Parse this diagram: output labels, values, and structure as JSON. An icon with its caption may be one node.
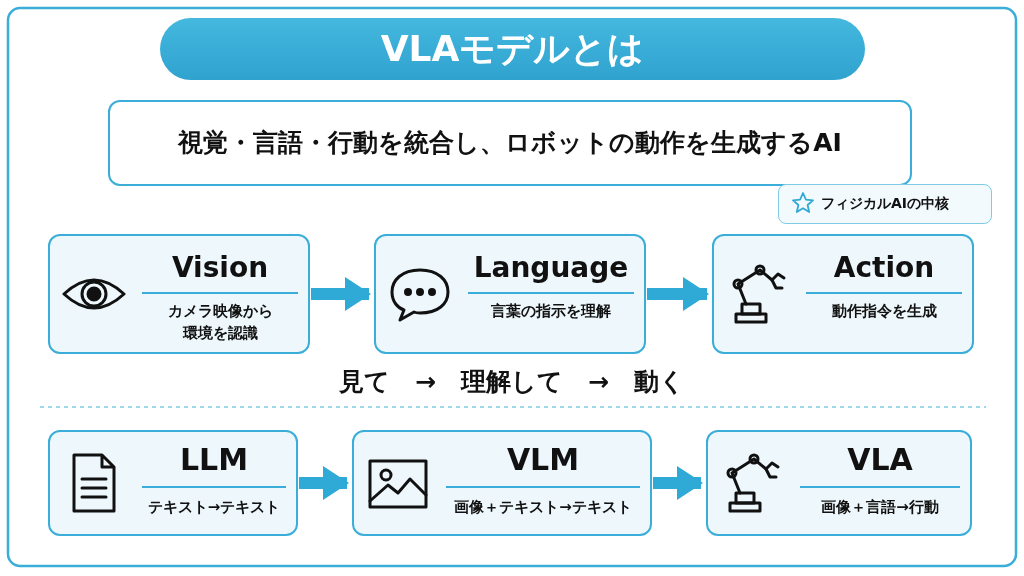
{
  "diagram": {
    "title": "VLAモデルとは",
    "nodes": [
      {
        "text": [
          "視覚・言語・行動を統合し、ロボットの動作を生成するAI"
        ]
      },
      {
        "text": [
          "フィジカルAIの中核"
        ]
      },
      {
        "text": [
          "Vision",
          "カメラ映像から環境を認識"
        ]
      },
      {
        "text": [
          "Language",
          "言葉の指示を理解"
        ]
      },
      {
        "text": [
          "Action",
          "動作指令を生成"
        ]
      },
      {
        "text": [
          "LLM",
          "テキスト→テキスト"
        ]
      },
      {
        "text": [
          "VLM",
          "画像＋テキスト→テキスト"
        ]
      },
      {
        "text": [
          "VLA",
          "画像＋言語→行動"
        ]
      }
    ],
    "edges": [
      {
        "from": 2,
        "to": 3,
        "arrow": "to"
      },
      {
        "from": 3,
        "to": 4,
        "arrow": "to"
      },
      {
        "from": 5,
        "to": 6,
        "arrow": "to"
      },
      {
        "from": 6,
        "to": 7,
        "arrow": "to"
      }
    ],
    "labels": [
      "見て　→　理解して　→　動く"
    ]
  }
}
